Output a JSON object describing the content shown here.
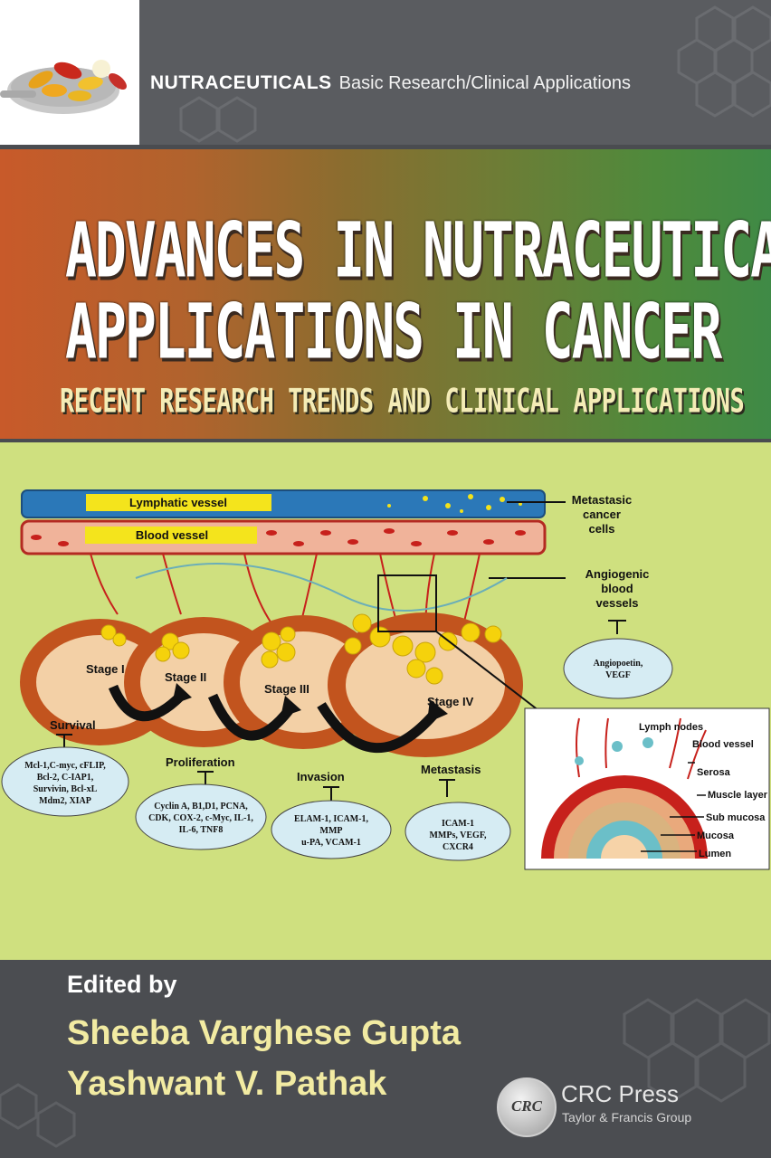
{
  "series": {
    "name": "NUTRACEUTICALS",
    "subtitle": "Basic Research/Clinical Applications"
  },
  "book": {
    "title_line1": "ADVANCES IN NUTRACEUTICAL",
    "title_line2": "APPLICATIONS IN CANCER",
    "subtitle": "RECENT RESEARCH TRENDS AND CLINICAL APPLICATIONS"
  },
  "illustration": {
    "vessels": {
      "lymphatic": "Lymphatic vessel",
      "blood": "Blood vessel"
    },
    "side_labels": {
      "metastasic_1": "Metastasic",
      "metastasic_2": "cancer",
      "metastasic_3": "cells",
      "angio_1": "Angiogenic",
      "angio_2": "blood",
      "angio_3": "vessels",
      "angio_factors_1": "Angiopoetin,",
      "angio_factors_2": "VEGF"
    },
    "stages": {
      "s1": "Stage I",
      "s2": "Stage II",
      "s3": "Stage III",
      "s4": "Stage IV"
    },
    "processes": {
      "survival": "Survival",
      "proliferation": "Proliferation",
      "invasion": "Invasion",
      "metastasis": "Metastasis"
    },
    "boxes": {
      "survival": [
        "Mcl-1,C-myc, cFLIP,",
        "Bcl-2, C-IAP1,",
        "Survivin, Bcl-xL",
        "Mdm2, XIAP"
      ],
      "proliferation": [
        "Cyclin A, B1,D1, PCNA,",
        "CDK, COX-2, c-Myc, IL-1,",
        "IL-6, TNF8"
      ],
      "invasion": [
        "ELAM-1, ICAM-1,",
        "MMP",
        "u-PA, VCAM-1"
      ],
      "metastasis": [
        "ICAM-1",
        "MMPs, VEGF,",
        "CXCR4"
      ]
    },
    "inset_labels": {
      "lymph": "Lymph nodes",
      "blood": "Blood vessel",
      "serosa": "Serosa",
      "muscle": "Muscle layer",
      "sub": "Sub mucosa",
      "mucosa": "Mucosa",
      "lumen": "Lumen"
    },
    "colors": {
      "background": "#cfe07f",
      "tumor": "#f5d20c",
      "vessel_red": "#c7211c",
      "lymph_blue": "#2b78b8"
    }
  },
  "credits": {
    "edited_by": "Edited by",
    "editor1": "Sheeba Varghese Gupta",
    "editor2": "Yashwant V. Pathak",
    "publisher_logo": "CRC",
    "publisher": "CRC Press",
    "publisher_sub": "Taylor & Francis Group"
  }
}
